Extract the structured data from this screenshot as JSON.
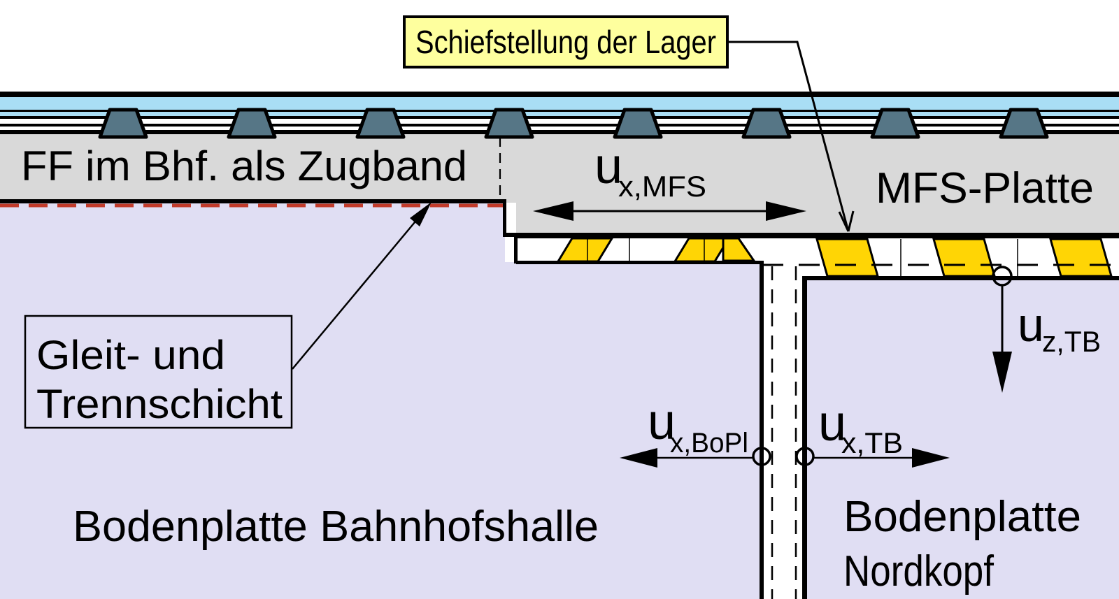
{
  "title_label": {
    "text": "Schiefstellung der Lager"
  },
  "labels": {
    "ff_zugband": "FF im Bhf. als Zugband",
    "mfs_platte": "MFS-Platte",
    "gleit_line1": "Gleit- und",
    "gleit_line2": "Trennschicht",
    "bodenplatte_bahnhofshalle": "Bodenplatte Bahnhofshalle",
    "bodenplatte_nordkopf_line1": "Bodenplatte",
    "bodenplatte_nordkopf_line2": "Nordkopf"
  },
  "annotations": {
    "ux_mfs": {
      "main": "u",
      "sub": "x,MFS"
    },
    "ux_bopl": {
      "main": "u",
      "sub": "x,BoPl"
    },
    "ux_tb": {
      "main": "u",
      "sub": "x,TB"
    },
    "uz_tb": {
      "main": "u",
      "sub": "z,TB"
    }
  },
  "colors": {
    "background": "#ffffff",
    "line": "#000000",
    "track_blue": "#a9def5",
    "slab_gray": "#d9d9d9",
    "plate_lavender": "#e0def3",
    "bearing_slate": "#567686",
    "hatch_yellow": "#ffd505",
    "label_yellow": "#feff9e",
    "sliding_layer_red": "#c23b2a"
  },
  "decorations": {
    "bearing_count": 8,
    "bearing_centers": [
      176,
      360,
      544,
      728,
      912,
      1096,
      1280,
      1464
    ],
    "hatch_left_tops": [
      818,
      985
    ],
    "hatch_left_lines": [
      840,
      900,
      1007
    ],
    "hatch_right_tops": [
      1168,
      1335,
      1502
    ],
    "hatch_right_lines": [
      1288,
      1455
    ]
  }
}
